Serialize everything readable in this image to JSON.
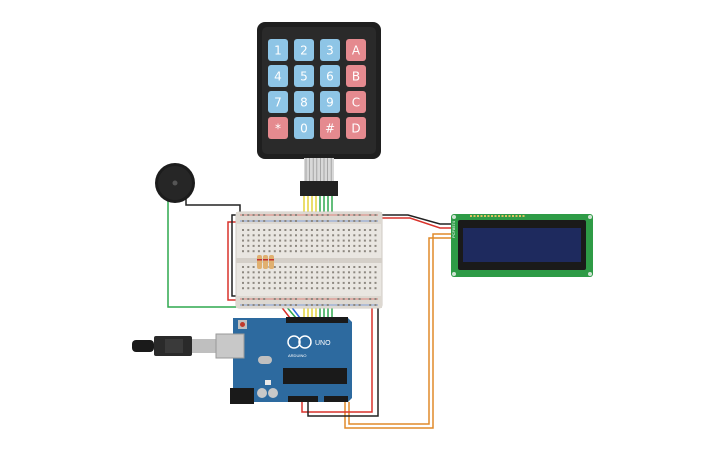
{
  "keypad": {
    "keys": [
      {
        "label": "1",
        "kind": "num"
      },
      {
        "label": "2",
        "kind": "num"
      },
      {
        "label": "3",
        "kind": "num"
      },
      {
        "label": "A",
        "kind": "fn"
      },
      {
        "label": "4",
        "kind": "num"
      },
      {
        "label": "5",
        "kind": "num"
      },
      {
        "label": "6",
        "kind": "num"
      },
      {
        "label": "B",
        "kind": "fn"
      },
      {
        "label": "7",
        "kind": "num"
      },
      {
        "label": "8",
        "kind": "num"
      },
      {
        "label": "9",
        "kind": "num"
      },
      {
        "label": "C",
        "kind": "fn"
      },
      {
        "label": "*",
        "kind": "fn"
      },
      {
        "label": "0",
        "kind": "num"
      },
      {
        "label": "#",
        "kind": "fn"
      },
      {
        "label": "D",
        "kind": "fn"
      }
    ],
    "colors": {
      "body": "#1f1f1f",
      "num": "#8ec5e6",
      "fn": "#e58a8f"
    }
  },
  "arduino": {
    "brand": "ARDUINO",
    "model": "UNO",
    "color": "#2d6a9f"
  },
  "lcd": {
    "pin_label": "PCF8574",
    "board_color": "#2e9b46",
    "screen_color": "#1e2a5e"
  },
  "wires": {
    "red": "#d9322b",
    "black": "#222222",
    "green": "#2fa84f",
    "yellow": "#e3d23a",
    "orange": "#e08a2a"
  }
}
